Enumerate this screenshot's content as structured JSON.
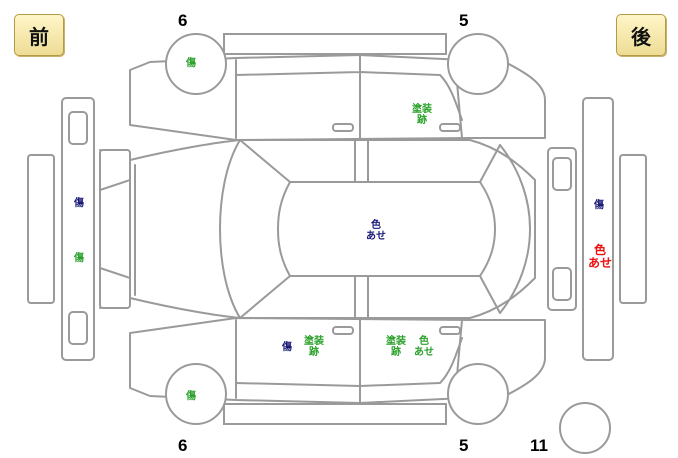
{
  "badges": {
    "front": "前",
    "rear": "後"
  },
  "numbers": {
    "top_front_wheel": "6",
    "top_rear_wheel": "5",
    "bottom_front_wheel": "6",
    "bottom_rear_wheel": "5",
    "spare_tire": "11"
  },
  "marks": {
    "top_front_wheel": "傷",
    "top_rear_door": "塗装\n跡",
    "front_bumper_upper": "傷",
    "front_bumper_lower": "傷",
    "roof": "色\nあせ",
    "rear_bumper_upper": "傷",
    "rear_bumper_lower": "色\nあせ",
    "bottom_front_door_a": "傷",
    "bottom_front_door_b": "塗装\n跡",
    "bottom_rear_door_a": "塗装\n跡",
    "bottom_rear_door_b": "色\nあせ",
    "bottom_front_wheel": "傷"
  },
  "colors": {
    "line": "#9a9a9a",
    "green": "#2aa12a",
    "navy": "#1a1a78",
    "red": "#ee1111",
    "badge": "#eedc95"
  }
}
